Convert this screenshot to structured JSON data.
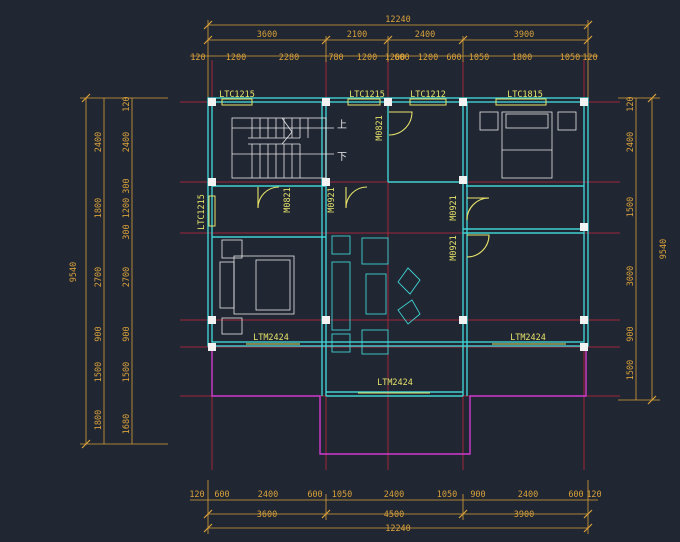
{
  "dimensions": {
    "top_total": "12240",
    "top_mid": [
      "3600",
      "2100",
      "2400",
      "3900"
    ],
    "top_inner": [
      "120",
      "1200",
      "2280",
      "780",
      "1200",
      "1200",
      "600",
      "1200",
      "600",
      "1050",
      "1800",
      "1050",
      "120"
    ],
    "bottom_inner": [
      "120",
      "600",
      "2400",
      "600",
      "1050",
      "2400",
      "1050",
      "900",
      "2400",
      "600",
      "120"
    ],
    "bottom_mid": [
      "3600",
      "4500",
      "3900"
    ],
    "bottom_total": "12240",
    "left_total": "9540",
    "left_outer": [
      "2400",
      "1800",
      "2700",
      "900",
      "1500",
      "1800"
    ],
    "left_inner": [
      "120",
      "2400",
      "300",
      "1200",
      "300",
      "2700",
      "900",
      "1500",
      "1680"
    ],
    "right_inner": [
      "120",
      "2400",
      "1500",
      "3000",
      "900",
      "1500"
    ],
    "right_total": "9540"
  },
  "labels": {
    "windows": [
      "LTC1215",
      "LTC1215",
      "LTC1212",
      "LTC1815",
      "LTC1215"
    ],
    "doors": [
      "M0821",
      "M0821",
      "M0921",
      "M0921",
      "M0921"
    ],
    "sliding": [
      "LTM2424",
      "LTM2424",
      "LTM2424"
    ],
    "stair_up": "上",
    "stair_down": "下"
  }
}
